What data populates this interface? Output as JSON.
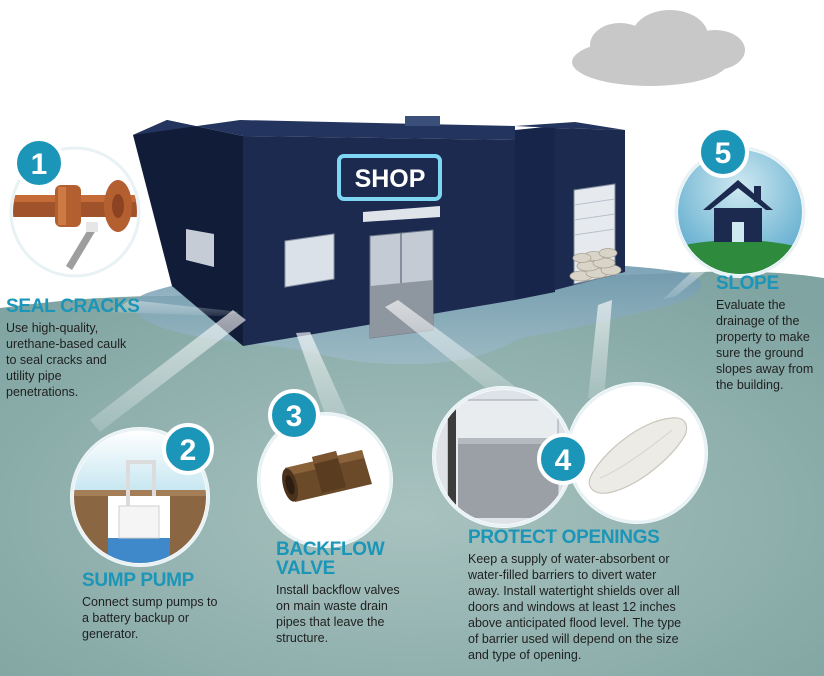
{
  "building": {
    "sign": "SHOP"
  },
  "steps": [
    {
      "number": "1",
      "title": "SEAL CRACKS",
      "description": "Use high-quality, urethane-based caulk to seal cracks and utility pipe penetrations.",
      "icon": "pipe-caulk-icon"
    },
    {
      "number": "2",
      "title": "SUMP PUMP",
      "description": "Connect sump pumps to a battery backup or generator.",
      "icon": "sump-pump-icon"
    },
    {
      "number": "3",
      "title": "BACKFLOW VALVE",
      "description": "Install backflow valves on main waste drain pipes that leave the structure.",
      "icon": "backflow-valve-icon"
    },
    {
      "number": "4",
      "title": "PROTECT OPENINGS",
      "description": "Keep a supply of water-absorbent or water-filled barriers to divert water away. Install watertight shields over all doors and windows at least 12 inches above anticipated flood level. The type of barrier used will depend on the size and type of opening.",
      "icon": "door-shield-sandbag-icon"
    },
    {
      "number": "5",
      "title": "SLOPE",
      "description": "Evaluate the drainage of the property to make sure the ground slopes away from the building.",
      "icon": "house-slope-icon"
    }
  ],
  "colors": {
    "building": "#1b2a4e",
    "accent": "#1b95b8",
    "water": "#8fb3b1",
    "text": "#1f1f1f"
  }
}
